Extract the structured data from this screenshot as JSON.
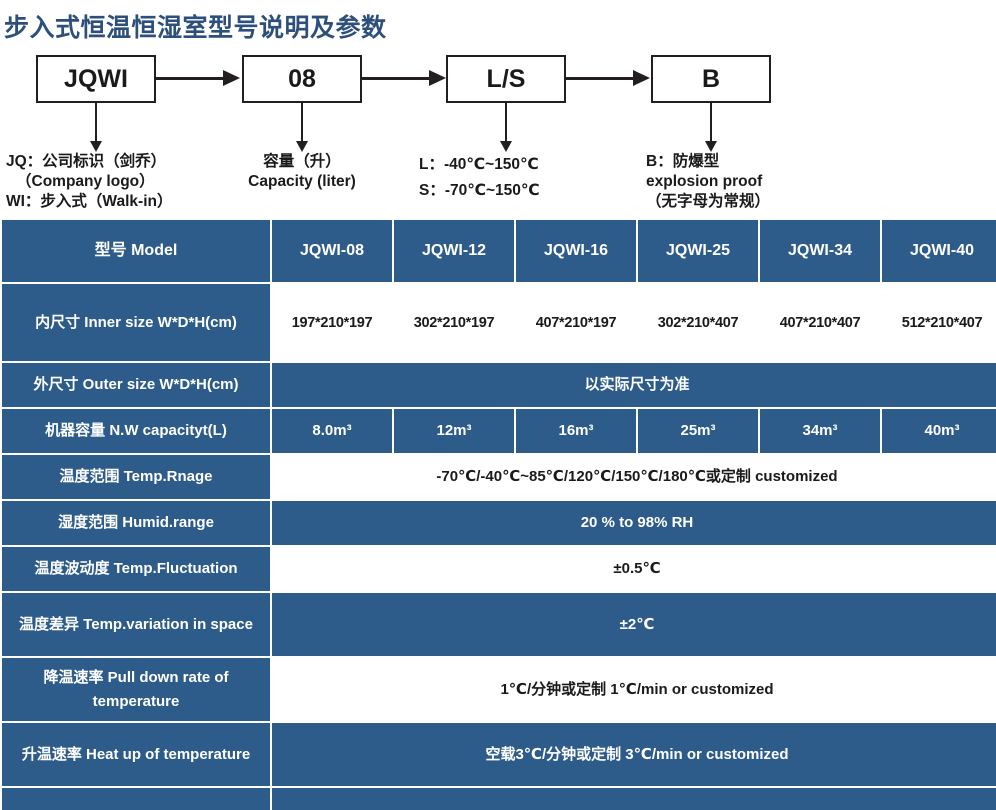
{
  "page_title": "步入式恒温恒湿室型号说明及参数",
  "colors": {
    "title_blue": "#2d4f7c",
    "table_blue": "#2e5c8a",
    "cell_white": "#ffffff",
    "ink": "#1a1a1a"
  },
  "diagram": {
    "nodes": [
      {
        "label": "JQWI"
      },
      {
        "label": "08"
      },
      {
        "label": "L/S"
      },
      {
        "label": "B"
      }
    ],
    "captions": [
      {
        "lines": [
          "JQ：公司标识（剑乔）",
          "（Company logo）",
          "WI：步入式（Walk-in）"
        ]
      },
      {
        "lines": [
          "容量（升）",
          "Capacity (liter)"
        ]
      },
      {
        "lines": [
          "L：-40℃~150℃",
          "S：-70℃~150℃"
        ]
      },
      {
        "lines": [
          "B：防爆型",
          "explosion proof",
          "（无字母为常规）"
        ]
      }
    ]
  },
  "table": {
    "model_header": {
      "label": "型号 Model",
      "models": [
        "JQWI-08",
        "JQWI-12",
        "JQWI-16",
        "JQWI-25",
        "JQWI-34",
        "JQWI-40"
      ]
    },
    "rows": [
      {
        "label": "内尺寸 Inner size W*D*H(cm)",
        "label_style": "blue",
        "cells_style": "white",
        "cells": [
          "197*210*197",
          "302*210*197",
          "407*210*197",
          "302*210*407",
          "407*210*407",
          "512*210*407"
        ]
      },
      {
        "label": "外尺寸 Outer size W*D*H(cm)",
        "label_style": "blue",
        "cells_style": "blue",
        "merged": "以实际尺寸为准"
      },
      {
        "label": "机器容量 N.W capacityt(L)",
        "label_style": "blue",
        "cells_style": "blue",
        "cells": [
          "8.0m³",
          "12m³",
          "16m³",
          "25m³",
          "34m³",
          "40m³"
        ]
      },
      {
        "label": "温度范围 Temp.Rnage",
        "label_style": "blue",
        "cells_style": "white",
        "merged": "-70℃/-40℃~85℃/120℃/150℃/180℃或定制 customized"
      },
      {
        "label": "湿度范围 Humid.range",
        "label_style": "blue",
        "cells_style": "blue",
        "merged": "20 % to 98% RH"
      },
      {
        "label": "温度波动度 Temp.Fluctuation",
        "label_style": "blue",
        "cells_style": "white",
        "merged": "±0.5℃"
      },
      {
        "label": "温度差异 Temp.variation in space",
        "label_style": "blue",
        "cells_style": "blue",
        "merged": "±2℃"
      },
      {
        "label": "降温速率 Pull down rate of temperature",
        "label_style": "blue",
        "cells_style": "white",
        "merged": "1℃/分钟或定制   1℃/min or customized"
      },
      {
        "label": "升温速率 Heat up of temperature",
        "label_style": "blue",
        "cells_style": "blue",
        "merged": "空载3℃/分钟或定制 3℃/min or customized"
      },
      {
        "label": "",
        "label_style": "blue",
        "cells_style": "blue",
        "merged": ""
      }
    ]
  }
}
